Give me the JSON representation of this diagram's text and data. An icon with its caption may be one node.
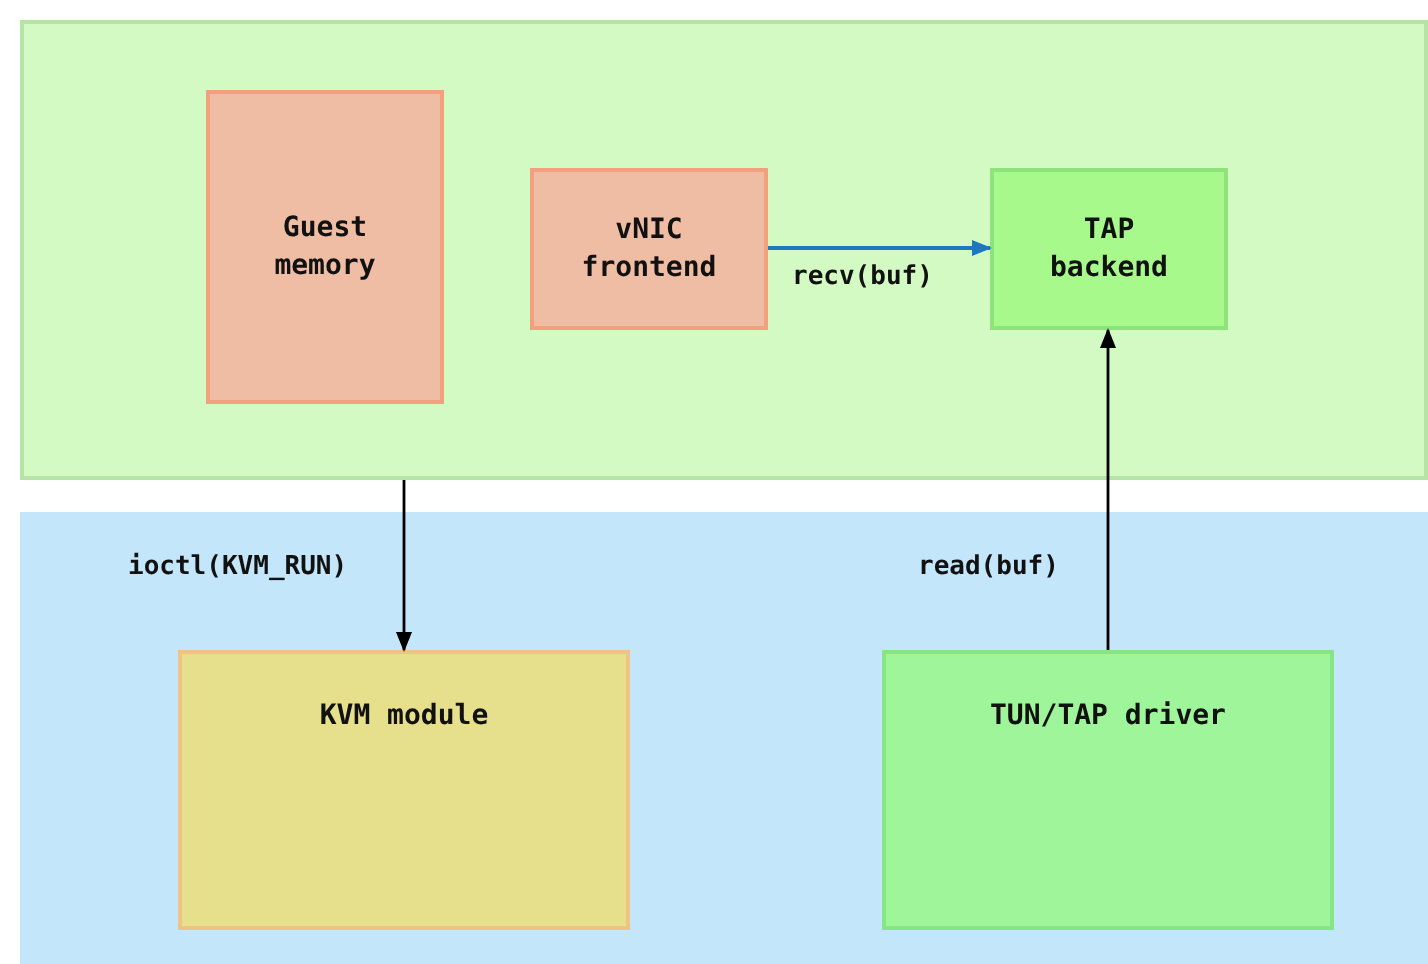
{
  "diagram": {
    "nodes": [
      {
        "text": [],
        "shape": "box"
      },
      {
        "text": [
          "Guest memory"
        ],
        "in": 0
      },
      {
        "text": [
          "vNIC frontend"
        ],
        "in": 0
      },
      {
        "text": [
          "TAP backend"
        ],
        "in": 0
      },
      {
        "text": [],
        "shape": "box"
      },
      {
        "text": [
          "KVM module"
        ],
        "in": 4
      },
      {
        "text": [
          "TUN/TAP driver"
        ],
        "in": 4
      }
    ],
    "edges": [
      {
        "from": 2,
        "to": 3,
        "arrow": "to",
        "label": "recv(buf)",
        "color": "#1f77c0"
      },
      {
        "from": 0,
        "to": 5,
        "arrow": "to",
        "label": "ioctl(KVM_RUN)"
      },
      {
        "from": 6,
        "to": 3,
        "arrow": "to",
        "label": "read(buf)"
      }
    ]
  }
}
